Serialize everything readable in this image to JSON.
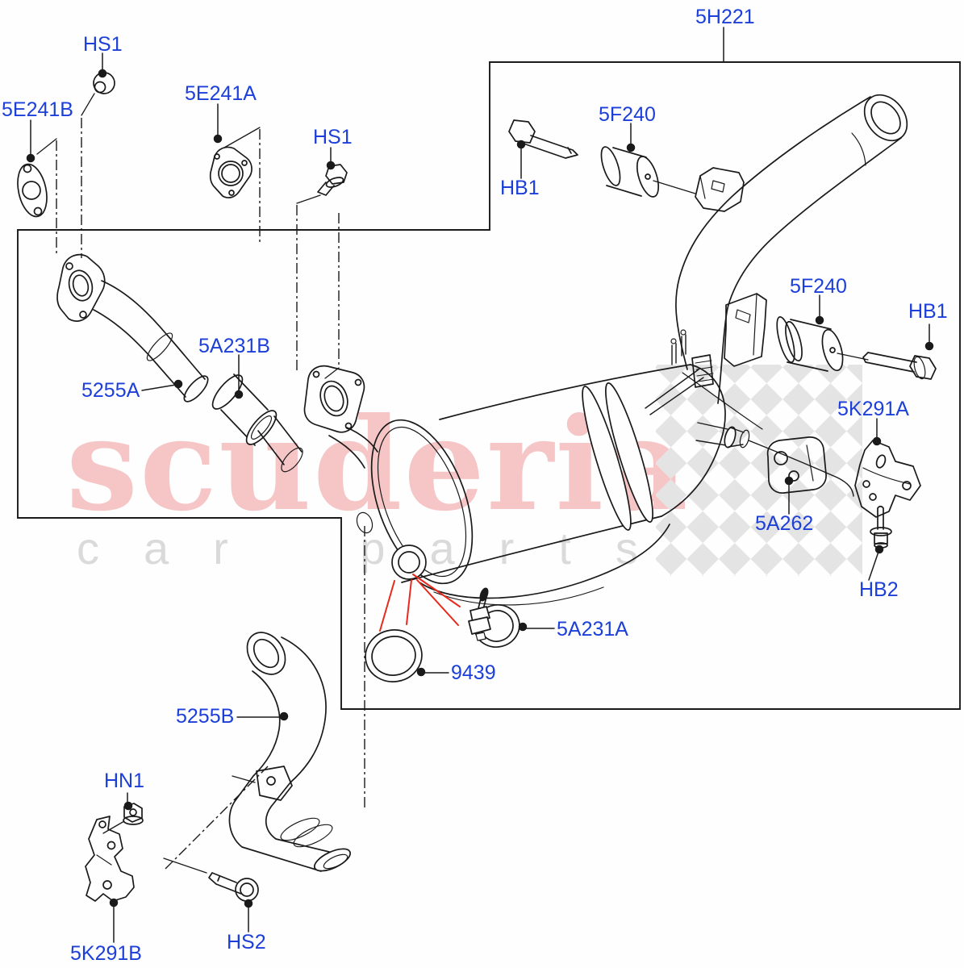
{
  "diagram": {
    "kind": "exploded-parts-diagram",
    "watermark": {
      "line1": "scuderia",
      "line2": "car parts"
    },
    "colors": {
      "label_blue": "#1c3fd9",
      "line_black": "#1a1a1a",
      "arrow_red": "#e62b1e",
      "watermark_pink": "#f6c6c7",
      "watermark_gray": "#dadada",
      "checker_gray": "#e4e4e4",
      "background": "#fefefe"
    },
    "labels": {
      "hs1_top": "HS1",
      "e5241b": "5E241B",
      "e5241a": "5E241A",
      "hs1_mid": "HS1",
      "h5221": "5H221",
      "f5240_left": "5F240",
      "hb1_left": "HB1",
      "f5240_right": "5F240",
      "hb1_right": "HB1",
      "k5291a": "5K291A",
      "a5231b": "5A231B",
      "p5255a": "5255A",
      "a5262": "5A262",
      "hb2": "HB2",
      "a5231a": "5A231A",
      "g9439": "9439",
      "p5255b": "5255B",
      "hn1": "HN1",
      "k5291b": "5K291B",
      "hs2": "HS2"
    },
    "part_codes": [
      "5H221",
      "5F240",
      "HB1",
      "HS1",
      "5E241A",
      "5E241B",
      "5A231B",
      "5255A",
      "5255B",
      "5A231A",
      "9439",
      "5A262",
      "5K291A",
      "5K291B",
      "HB2",
      "HN1",
      "HS2"
    ]
  }
}
